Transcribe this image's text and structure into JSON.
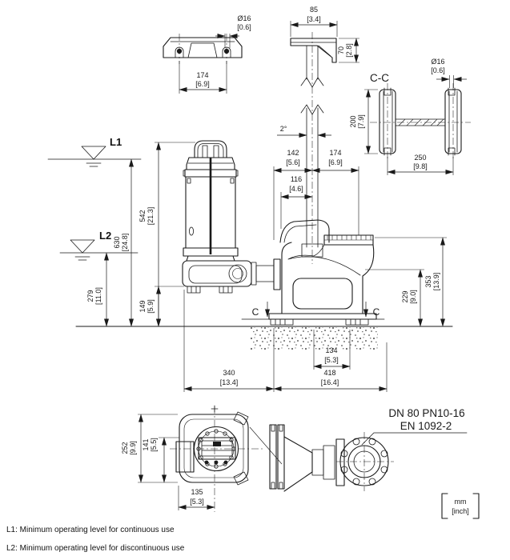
{
  "labels": {
    "l1": "L1",
    "l2": "L2",
    "section": "C-C",
    "cut": "C",
    "angle": "2°"
  },
  "dims": {
    "bracket_w": {
      "mm": "174",
      "in": "[6.9]"
    },
    "bracket_hole": {
      "mm": "Ø16",
      "in": "[0.6]"
    },
    "wall_w": {
      "mm": "85",
      "in": "[3.4]"
    },
    "wall_h": {
      "mm": "70",
      "in": "[2.8]"
    },
    "cc_h": {
      "mm": "200",
      "in": "[7.9]"
    },
    "cc_w": {
      "mm": "250",
      "in": "[9.8]"
    },
    "cc_hole": {
      "mm": "Ø16",
      "in": "[0.6]"
    },
    "lvl_l1": {
      "mm": "630",
      "in": "[24.8]"
    },
    "pump_h": {
      "mm": "542",
      "in": "[21.3]"
    },
    "lvl_l2": {
      "mm": "279",
      "in": "[11.0]"
    },
    "inlet_h": {
      "mm": "149",
      "in": "[5.9]"
    },
    "rail_left": {
      "mm": "142",
      "in": "[5.6]"
    },
    "rail_right": {
      "mm": "174",
      "in": "[6.9]"
    },
    "rail_claw": {
      "mm": "116",
      "in": "[4.6]"
    },
    "outlet_top": {
      "mm": "353",
      "in": "[13.9]"
    },
    "outlet_c": {
      "mm": "229",
      "in": "[9.0]"
    },
    "bolt_span": {
      "mm": "134",
      "in": "[5.3]"
    },
    "floor_left": {
      "mm": "340",
      "in": "[13.4]"
    },
    "floor_right": {
      "mm": "418",
      "in": "[16.4]"
    },
    "plan_depth": {
      "mm": "252",
      "in": "[9.9]"
    },
    "plan_half": {
      "mm": "141",
      "in": "[5.5]"
    },
    "plan_off": {
      "mm": "135",
      "in": "[5.3]"
    }
  },
  "flange": {
    "spec": "DN 80 PN10-16",
    "standard": "EN 1092-2"
  },
  "units": {
    "metric": "mm",
    "imperial": "[inch]"
  },
  "notes": {
    "l1": "L1: Minimum operating level for continuous use",
    "l2": "L2: Minimum operating level for discontinuous use"
  },
  "colors": {
    "line": "#1a1a1a",
    "background": "#ffffff"
  }
}
